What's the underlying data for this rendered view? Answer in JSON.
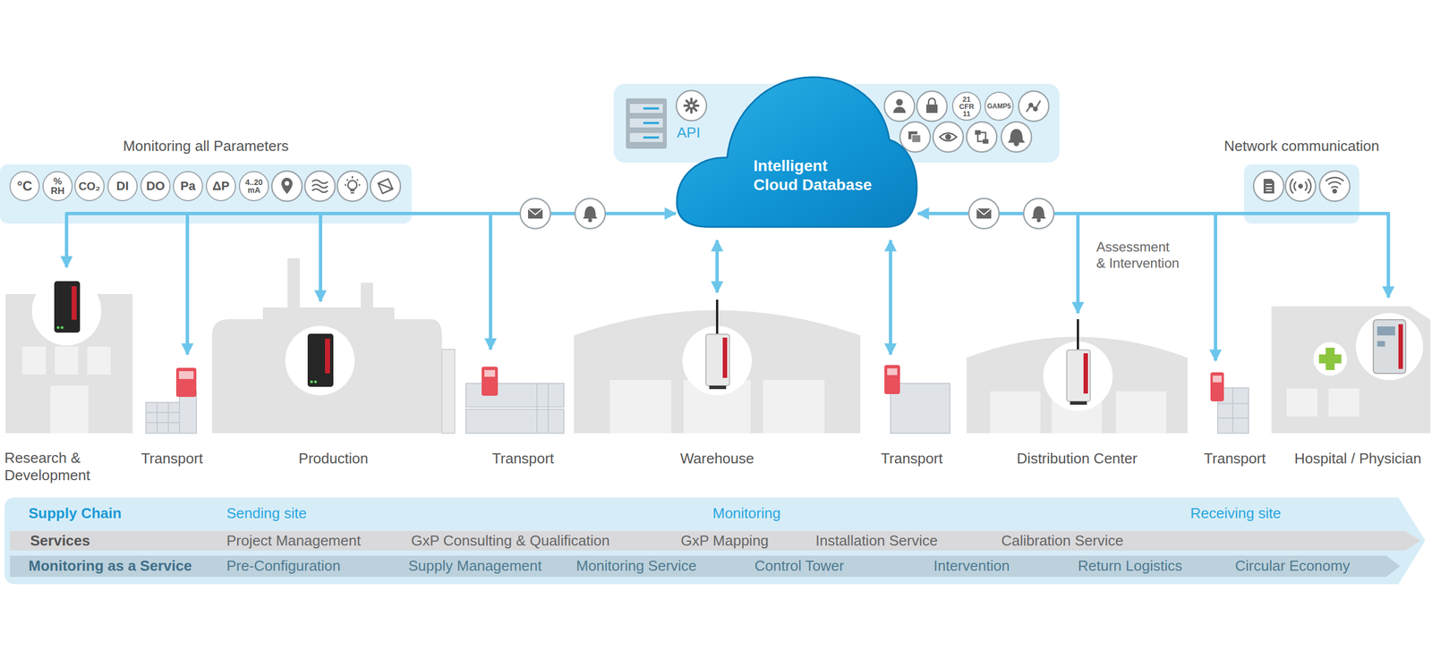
{
  "diagram": {
    "nodes": [
      {
        "text": [
          "Monitoring all Parameters"
        ]
      },
      {
        "text": [
          "°C"
        ],
        "in": 0
      },
      {
        "text": [
          "% RH"
        ],
        "in": 0
      },
      {
        "text": [
          "CO₂"
        ],
        "in": 0
      },
      {
        "text": [
          "DI"
        ],
        "in": 0
      },
      {
        "text": [
          "DO"
        ],
        "in": 0
      },
      {
        "text": [
          "Pa"
        ],
        "in": 0
      },
      {
        "text": [
          "ΔP"
        ],
        "in": 0
      },
      {
        "text": [
          "4..20 mA"
        ],
        "in": 0
      },
      {
        "text": [
          "API"
        ]
      },
      {
        "text": [
          "21 CFR 11"
        ],
        "in": 9
      },
      {
        "text": [
          "GAMP5"
        ],
        "in": 9
      },
      {
        "text": [
          "Intelligent Cloud Database"
        ]
      },
      {
        "text": [
          "Network communication"
        ]
      },
      {
        "text": [
          "Research & Development"
        ]
      },
      {
        "text": [
          "Transport"
        ]
      },
      {
        "text": [
          "Production"
        ]
      },
      {
        "text": [
          "Transport"
        ]
      },
      {
        "text": [
          "Warehouse"
        ]
      },
      {
        "text": [
          "Transport"
        ]
      },
      {
        "text": [
          "Distribution Center"
        ]
      },
      {
        "text": [
          "Transport"
        ]
      },
      {
        "text": [
          "Hospital / Physician"
        ]
      },
      {
        "text": [
          "Supply Chain",
          "Sending site",
          "Monitoring",
          "Receiving site"
        ]
      },
      {
        "text": [
          "Services",
          "Project Management",
          "GxP Consulting & Qualification",
          "GxP Mapping",
          "Installation Service",
          "Calibration Service"
        ]
      },
      {
        "text": [
          "Monitoring as a Service",
          "Pre-Configuration",
          "Supply Management",
          "Monitoring Service",
          "Control Tower",
          "Intervention",
          "Return Logistics",
          "Circular Economy"
        ]
      }
    ],
    "edges": [
      {
        "from": 0,
        "to": 12,
        "arrow": "to"
      },
      {
        "from": 12,
        "to": 14,
        "arrow": "to"
      },
      {
        "from": 12,
        "to": 15,
        "arrow": "to"
      },
      {
        "from": 12,
        "to": 16,
        "arrow": "to"
      },
      {
        "from": 12,
        "to": 17,
        "arrow": "to"
      },
      {
        "from": 12,
        "to": 18,
        "arrow": "both"
      },
      {
        "from": 12,
        "to": 19,
        "arrow": "both"
      },
      {
        "from": 13,
        "to": 12,
        "arrow": "to"
      },
      {
        "from": 12,
        "to": 20,
        "arrow": "to"
      },
      {
        "from": 12,
        "to": 21,
        "arrow": "to"
      },
      {
        "from": 12,
        "to": 22,
        "arrow": "to"
      }
    ],
    "labels": [
      "Assessment & Intervention"
    ]
  }
}
